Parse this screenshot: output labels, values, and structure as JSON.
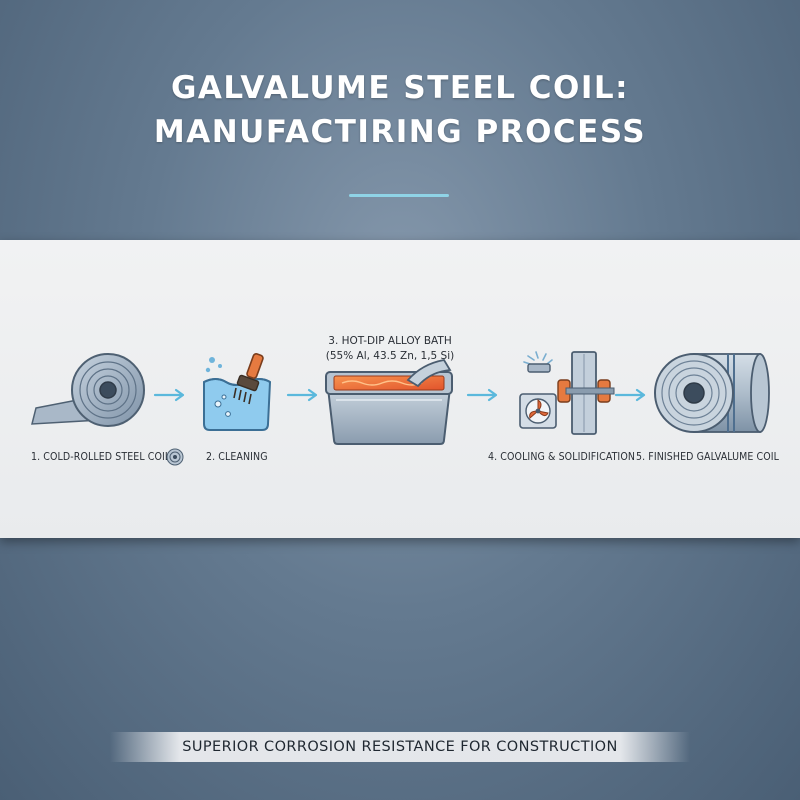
{
  "title": {
    "line1": "GALVALUME STEEL COIL:",
    "line2": "MANUFACTIRING PROCESS"
  },
  "steps": [
    {
      "label": "1. COLD-ROLLED STEEL COIL",
      "icon": "steel-coil-icon"
    },
    {
      "label": "2. CLEANING",
      "icon": "cleaning-tank-icon"
    },
    {
      "label_line1": "3. HOT-DIP ALLOY BATH",
      "label_line2": "(55% Al, 43.5 Zn, 1,5 Si)",
      "icon": "alloy-bath-icon"
    },
    {
      "label": "4. COOLING & SOLIDIFICATION",
      "icon": "cooling-rollers-icon"
    },
    {
      "label": "5. FINISHED GALVALUME COIL",
      "icon": "finished-coil-icon"
    }
  ],
  "footer": {
    "text": "SUPERIOR CORROSION RESISTANCE FOR CONSTRUCTION"
  },
  "colors": {
    "accent": "#5bb8dc",
    "molten": "#f0683a",
    "steel": "#9fb0c2"
  }
}
